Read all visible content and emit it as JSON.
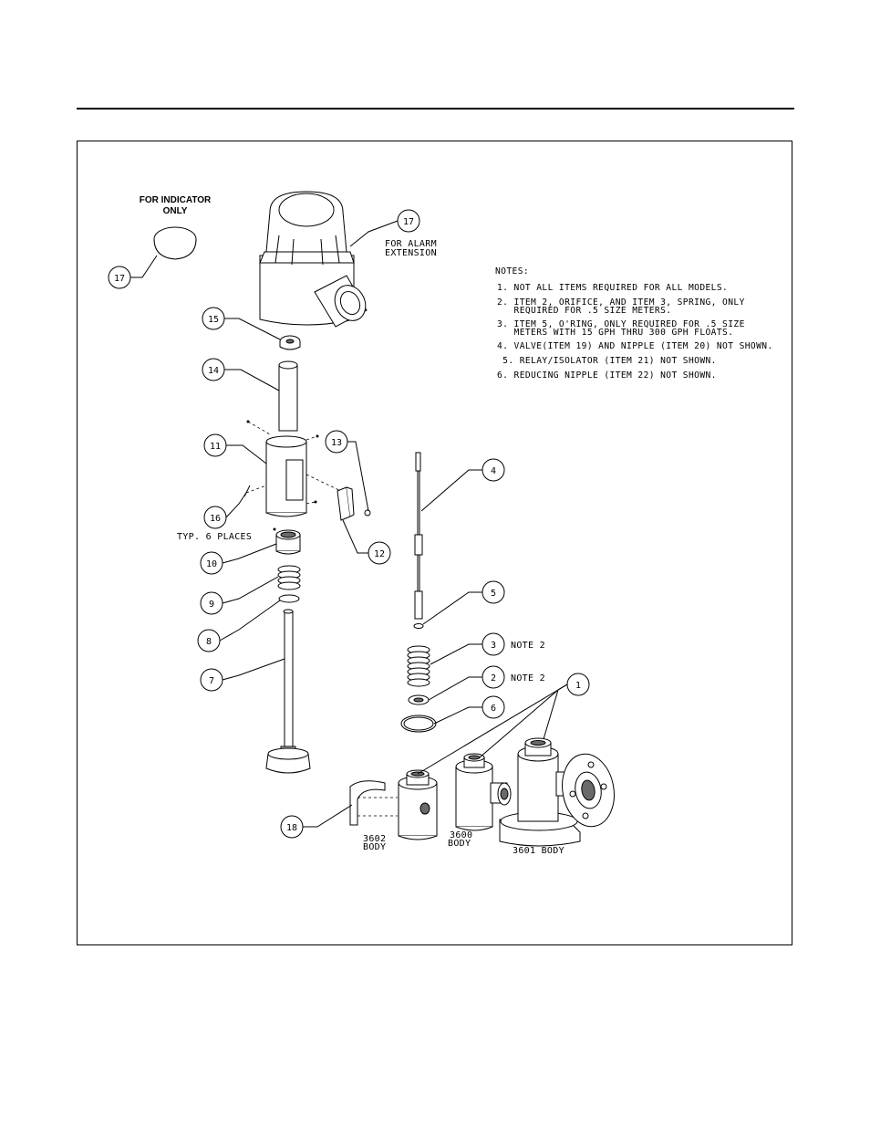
{
  "diagram": {
    "indicator_label": [
      "FOR INDICATOR",
      "ONLY"
    ],
    "alarm_label": [
      "FOR ALARM",
      "EXTENSION"
    ],
    "typ_label": "TYP. 6 PLACES",
    "note2_a": "NOTE 2",
    "note2_b": "NOTE 2",
    "body_3602": [
      "3602",
      "BODY"
    ],
    "body_3600": [
      "3600",
      "BODY"
    ],
    "body_3601": "3601 BODY",
    "callouts": {
      "c17a": "17",
      "c17b": "17",
      "c15": "15",
      "c14": "14",
      "c11": "11",
      "c13": "13",
      "c16": "16",
      "c10": "10",
      "c12": "12",
      "c9": "9",
      "c8": "8",
      "c7": "7",
      "c4": "4",
      "c5": "5",
      "c3": "3",
      "c2": "2",
      "c6": "6",
      "c1": "1",
      "c18": "18"
    }
  },
  "notes": {
    "title": "NOTES:",
    "lines": [
      "1. NOT ALL ITEMS REQUIRED FOR ALL MODELS.",
      "2. ITEM 2, ORIFICE, AND ITEM 3, SPRING, ONLY",
      "   REQUIRED FOR .5 SIZE METERS.",
      "3. ITEM 5, O'RING, ONLY REQUIRED FOR .5 SIZE",
      "   METERS WITH 15 GPH THRU 300 GPH FLOATS.",
      "4. VALVE(ITEM 19) AND NIPPLE (ITEM 20) NOT SHOWN.",
      " 5. RELAY/ISOLATOR (ITEM 21) NOT SHOWN.",
      "6. REDUCING NIPPLE (ITEM 22) NOT SHOWN."
    ]
  }
}
